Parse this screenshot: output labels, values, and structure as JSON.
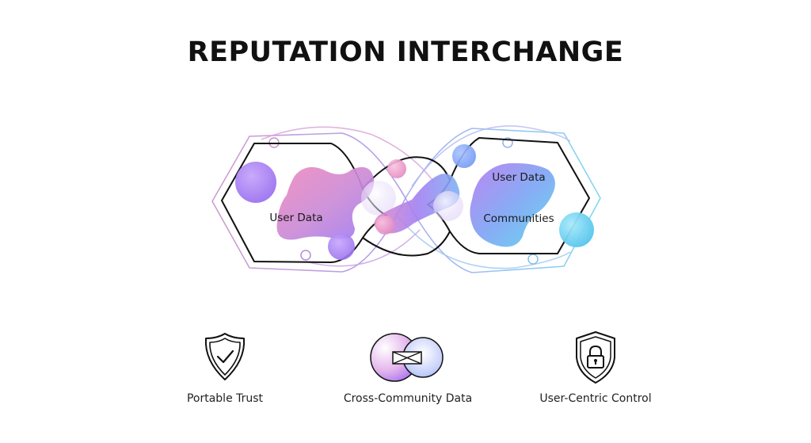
{
  "title": "REPUTATION INTERCHANGE",
  "diagram": {
    "left_hexagon": {
      "label": "User Data"
    },
    "right_hexagon": {
      "top_label": "User Data",
      "bottom_label": "Communities"
    }
  },
  "features": [
    {
      "label": "Portable Trust",
      "icon": "shield-check-icon"
    },
    {
      "label": "Cross-Community Data",
      "icon": "linked-circles-icon"
    },
    {
      "label": "User-Centric Control",
      "icon": "shield-lock-icon"
    }
  ],
  "colors": {
    "pink": "#e58bbf",
    "purple": "#a77bf0",
    "cyan": "#62d2ef",
    "hexagon_stroke": "#111111"
  }
}
